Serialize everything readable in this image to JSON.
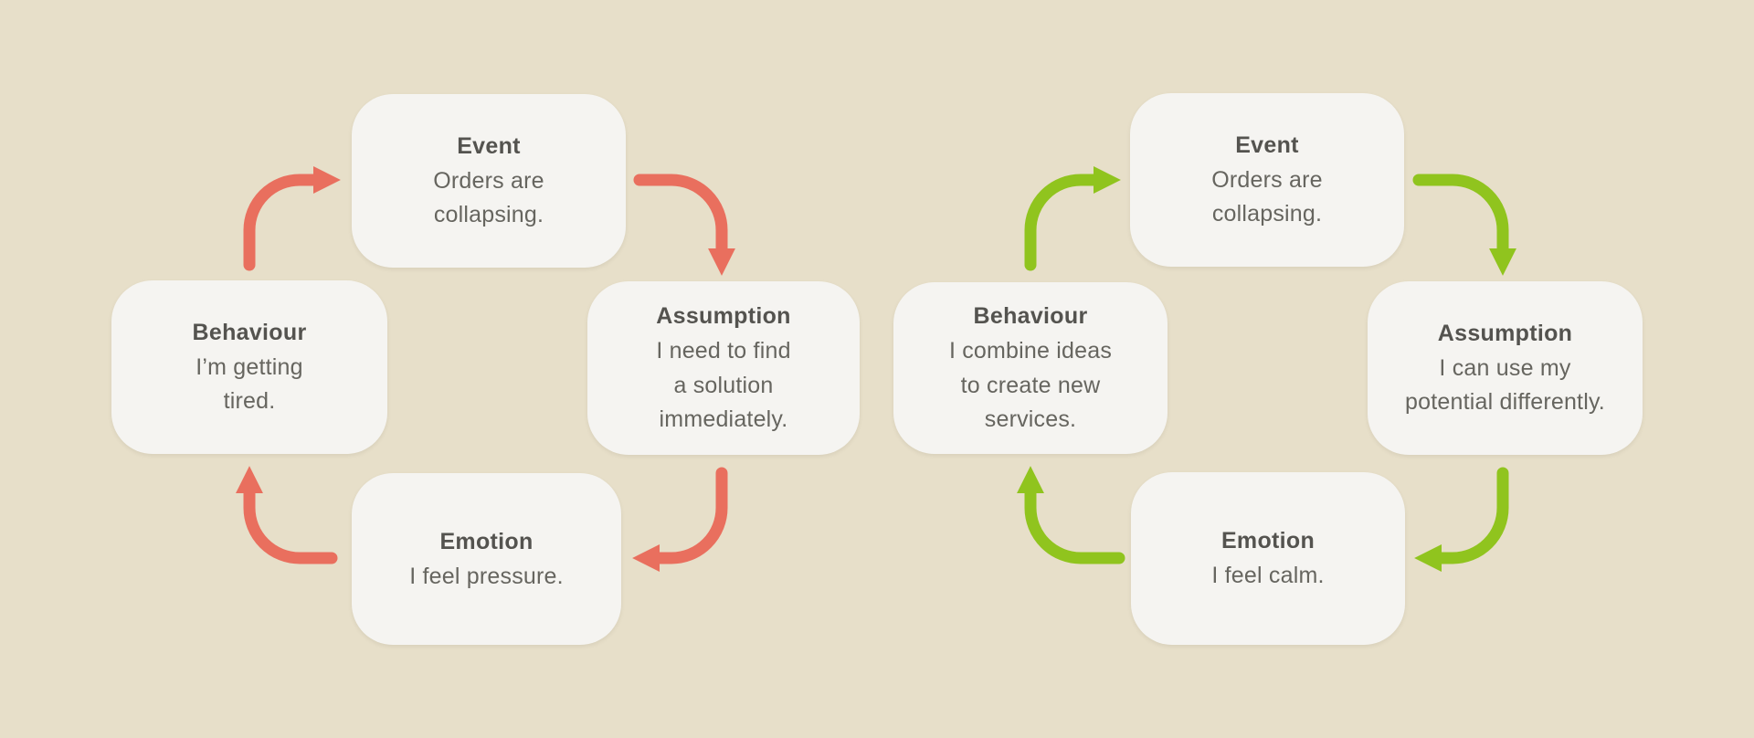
{
  "canvas": {
    "background": "#e7dfc9",
    "box_fill": "#f5f4f1",
    "title_color": "#54534f",
    "body_color": "#66655f"
  },
  "cycles": [
    {
      "id": "stress-cycle",
      "arrow_color": "#e96f5e",
      "nodes": {
        "event": {
          "title": "Event",
          "body": "Orders are\ncollapsing."
        },
        "assumption": {
          "title": "Assumption",
          "body": "I need to find\na solution\nimmediately."
        },
        "emotion": {
          "title": "Emotion",
          "body": "I feel pressure."
        },
        "behaviour": {
          "title": "Behaviour",
          "body": "I’m getting\ntired."
        }
      }
    },
    {
      "id": "calm-cycle",
      "arrow_color": "#90c41e",
      "nodes": {
        "event": {
          "title": "Event",
          "body": "Orders are\ncollapsing."
        },
        "assumption": {
          "title": "Assumption",
          "body": "I can use my\npotential differently."
        },
        "emotion": {
          "title": "Emotion",
          "body": "I feel calm."
        },
        "behaviour": {
          "title": "Behaviour",
          "body": "I combine ideas\nto create new\nservices."
        }
      }
    }
  ]
}
